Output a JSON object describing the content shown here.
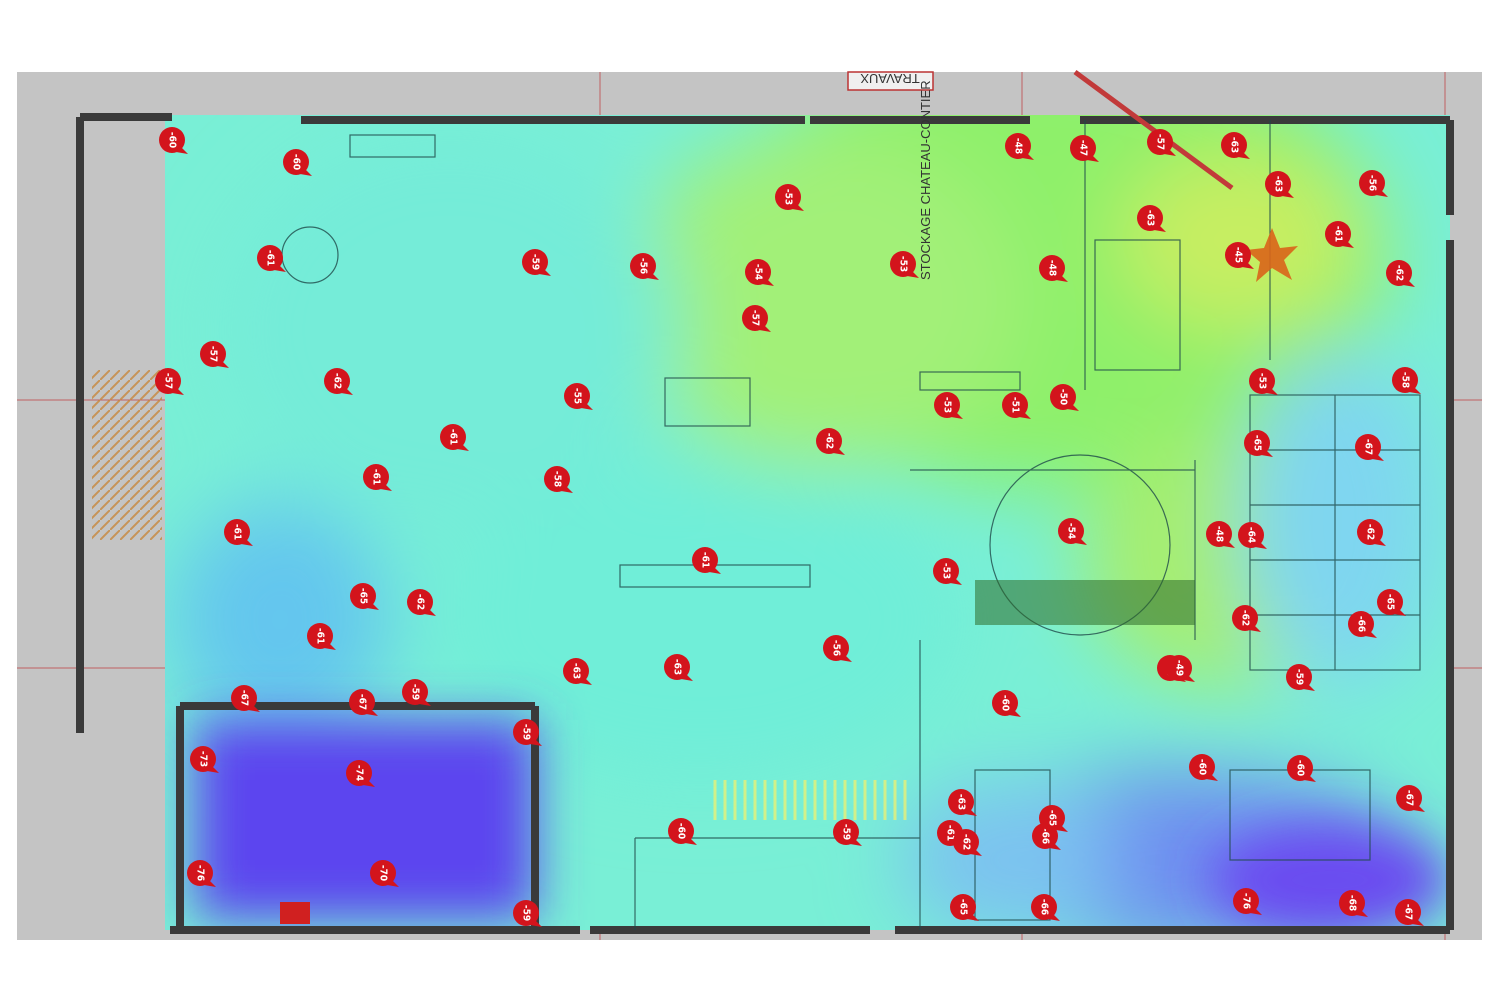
{
  "map": {
    "type": "wifi signal heatmap over floor plan",
    "colors": {
      "pin": "#d3141c",
      "pin_text": "#ffffff",
      "wall": "#3a3a3a",
      "background": "#bdbdbd",
      "heat_green": "#8ef06a",
      "heat_cyan": "#6ff0e6",
      "heat_blue": "#5a7ff0",
      "heat_purple": "#6a4cf0",
      "access_point": "#e0641e"
    },
    "plan_labels": {
      "top_sign": "TRAVAUX",
      "room_storage": "STOCKAGE CHATEAU-CONTIER"
    },
    "pins": [
      {
        "value": "-60"
      },
      {
        "value": "-60"
      },
      {
        "value": "-61"
      },
      {
        "value": "-59"
      },
      {
        "value": "-56"
      },
      {
        "value": "-54"
      },
      {
        "value": "-57"
      },
      {
        "value": "-53"
      },
      {
        "value": "-53"
      },
      {
        "value": "-48"
      },
      {
        "value": "-48"
      },
      {
        "value": "-47"
      },
      {
        "value": "-57"
      },
      {
        "value": "-63"
      },
      {
        "value": "-63"
      },
      {
        "value": "-63"
      },
      {
        "value": "-45"
      },
      {
        "value": "-61"
      },
      {
        "value": "-56"
      },
      {
        "value": "-62"
      },
      {
        "value": "-57"
      },
      {
        "value": "-57"
      },
      {
        "value": "-62"
      },
      {
        "value": "-55"
      },
      {
        "value": "-61"
      },
      {
        "value": "-62"
      },
      {
        "value": "-53"
      },
      {
        "value": "-51"
      },
      {
        "value": "-50"
      },
      {
        "value": "-53"
      },
      {
        "value": "-58"
      },
      {
        "value": "-61"
      },
      {
        "value": "-58"
      },
      {
        "value": "-65"
      },
      {
        "value": "-67"
      },
      {
        "value": "-61"
      },
      {
        "value": "-61"
      },
      {
        "value": "-54"
      },
      {
        "value": "-53"
      },
      {
        "value": "-48"
      },
      {
        "value": "-64"
      },
      {
        "value": "-62"
      },
      {
        "value": "-65"
      },
      {
        "value": "-62"
      },
      {
        "value": "-61"
      },
      {
        "value": "-62"
      },
      {
        "value": "-56"
      },
      {
        "value": "-66"
      },
      {
        "value": "-65"
      },
      {
        "value": "-63"
      },
      {
        "value": "-63"
      },
      {
        "value": "-56"
      },
      {
        "value": "-49"
      },
      {
        "value": "-59"
      },
      {
        "value": "-67"
      },
      {
        "value": "-67"
      },
      {
        "value": "-59"
      },
      {
        "value": "-60"
      },
      {
        "value": "-59"
      },
      {
        "value": "-73"
      },
      {
        "value": "-74"
      },
      {
        "value": "-60"
      },
      {
        "value": "-60"
      },
      {
        "value": "-63"
      },
      {
        "value": "-67"
      },
      {
        "value": "-60"
      },
      {
        "value": "-59"
      },
      {
        "value": "-61"
      },
      {
        "value": "-62"
      },
      {
        "value": "-66"
      },
      {
        "value": "-65"
      },
      {
        "value": "-76"
      },
      {
        "value": "-70"
      },
      {
        "value": "-59"
      },
      {
        "value": "-65"
      },
      {
        "value": "-66"
      },
      {
        "value": "-76"
      },
      {
        "value": "-68"
      },
      {
        "value": "-67"
      }
    ]
  }
}
